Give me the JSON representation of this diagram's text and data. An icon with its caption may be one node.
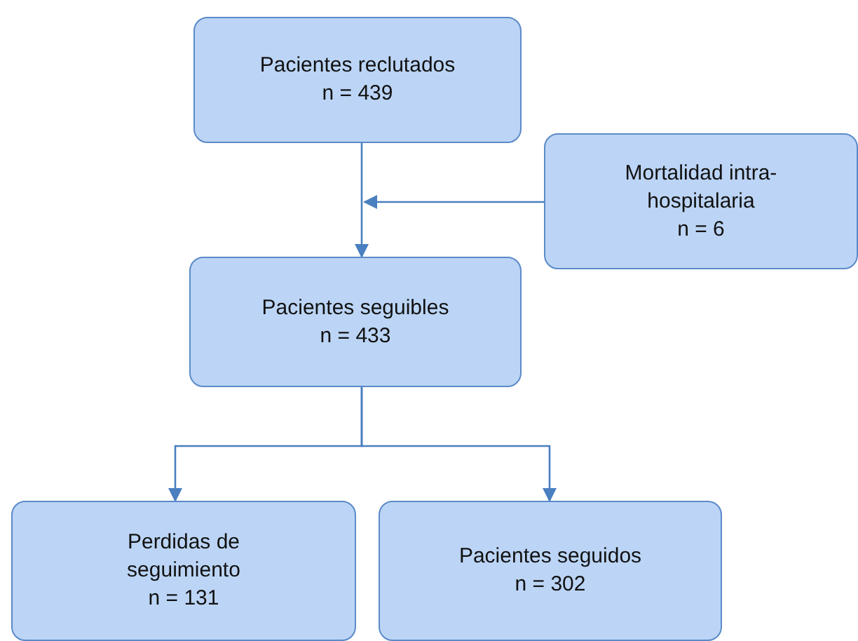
{
  "diagram": {
    "nodes": [
      {
        "text": [
          "Pacientes reclutados",
          "n = 439"
        ]
      },
      {
        "text": [
          "Mortalidad intra-hospitalaria",
          "n = 6"
        ]
      },
      {
        "text": [
          "Pacientes seguibles",
          "n = 433"
        ]
      },
      {
        "text": [
          "Perdidas de seguimiento",
          "n = 131"
        ]
      },
      {
        "text": [
          "Pacientes seguidos",
          "n = 302"
        ]
      }
    ],
    "edges": [
      {
        "from": 0,
        "to": 2,
        "arrow": "to"
      },
      {
        "from": 1,
        "to": null,
        "arrow": "to"
      },
      {
        "from": 2,
        "to": 3,
        "arrow": "to"
      },
      {
        "from": 2,
        "to": 4,
        "arrow": "to"
      }
    ]
  }
}
